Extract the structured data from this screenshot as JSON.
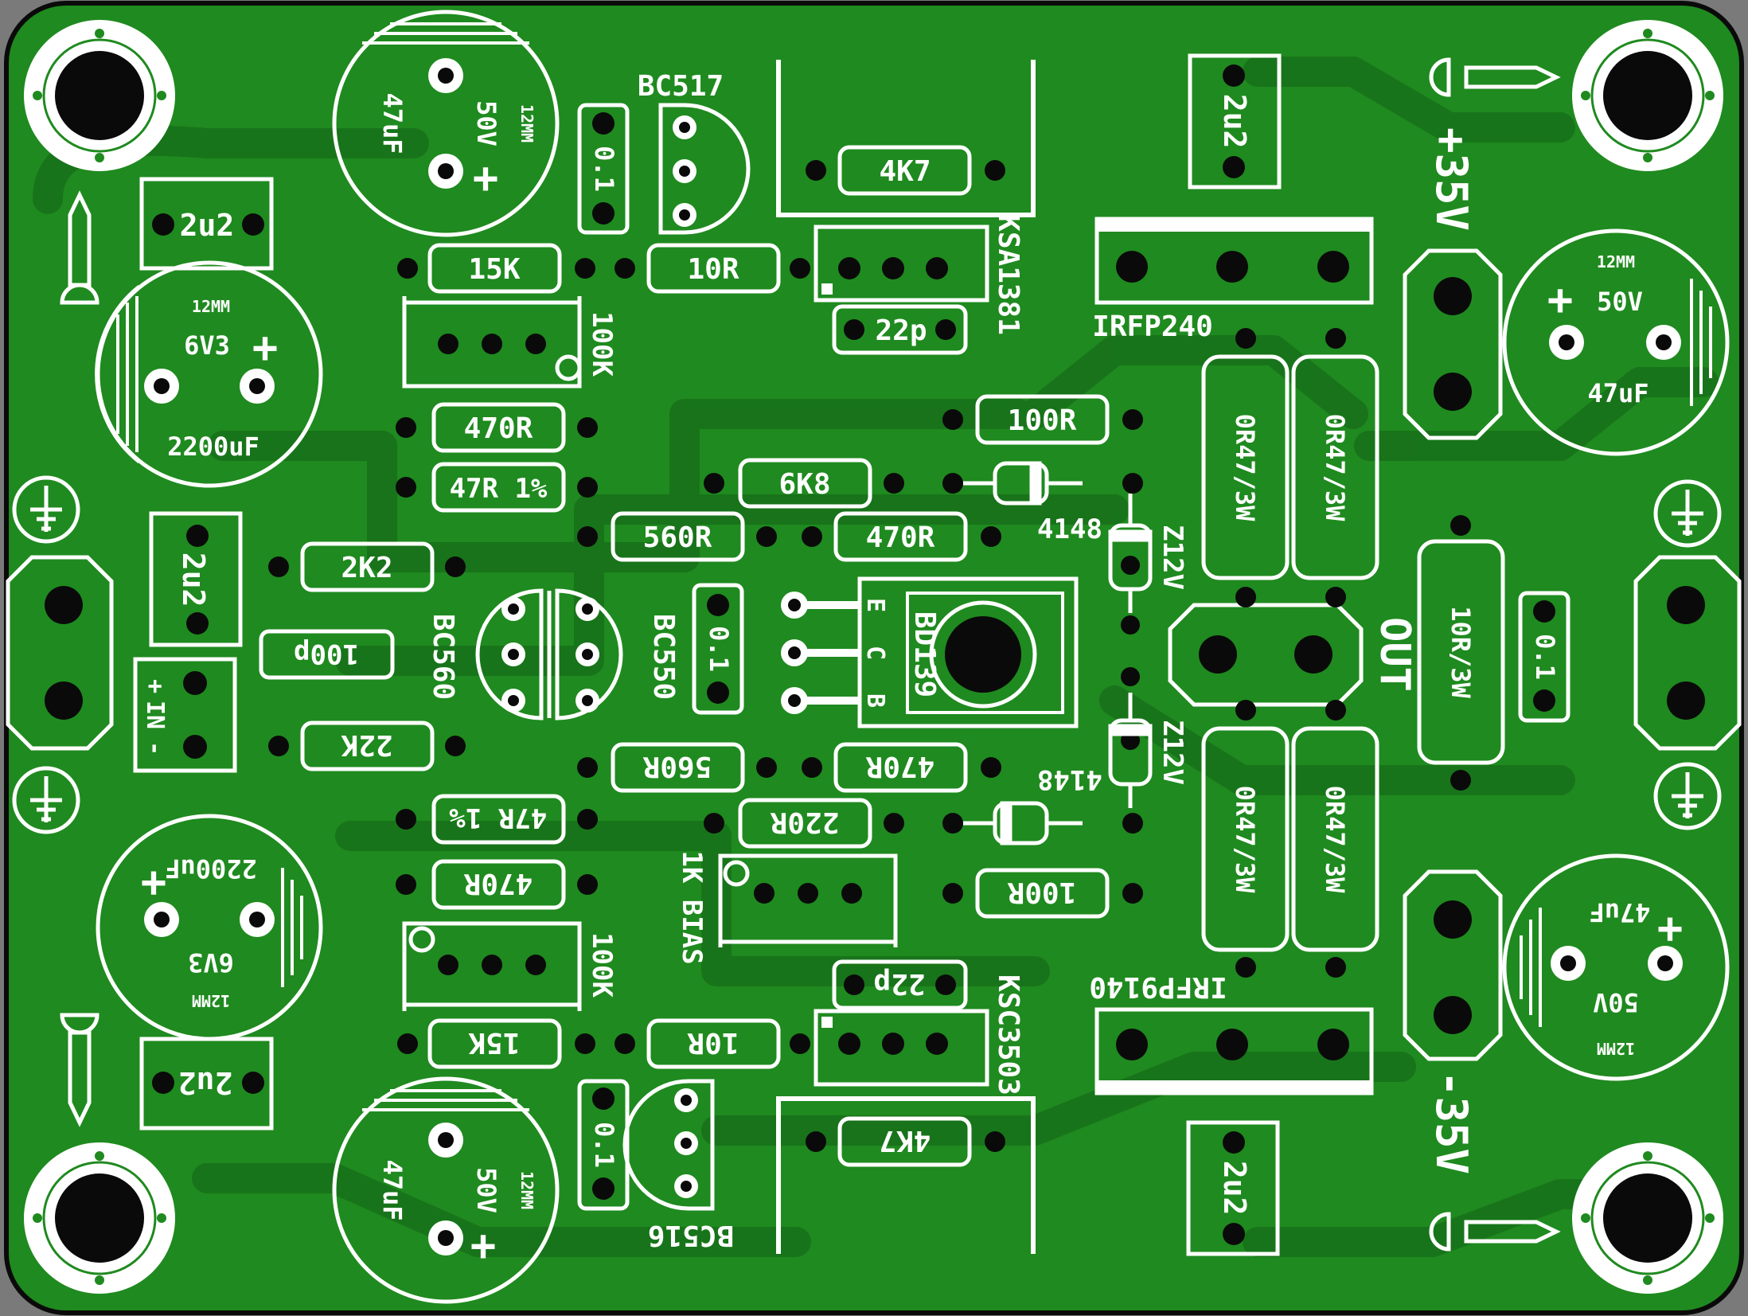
{
  "colors": {
    "background": "#7a7a7a",
    "board_fill": "#1f8a1f",
    "board_edge": "#0a0a0a",
    "trace": "#17701a",
    "silkscreen": "#ffffff",
    "pad": "#0a0a0a"
  },
  "terminals": {
    "pos_supply": "+35V",
    "neg_supply": "-35V",
    "output": "OUT",
    "input": "IN",
    "input_plus": "+",
    "input_minus": "-"
  },
  "transistors": {
    "q_vas_upper": "BC517",
    "q_vas_lower": "BC516",
    "q_diff_left": "BC560",
    "q_diff_right": "BC550",
    "q_bias": "BD139",
    "q_bias_pins": [
      "E",
      "C",
      "B"
    ],
    "q_driver_upper": "KSA1381",
    "q_driver_lower": "KSC3503",
    "q_out_upper": "IRFP240",
    "q_out_lower": "IRFP9140"
  },
  "capacitors": {
    "c_supply_top_left": {
      "value": "2200uF",
      "voltage": "6V3",
      "size": "12MM",
      "polarity": "+"
    },
    "c_supply_bottom_left": {
      "value": "2200uF",
      "voltage": "6V3",
      "size": "12MM",
      "polarity": "+"
    },
    "c_top_center": {
      "value": "47uF",
      "voltage": "50V",
      "size": "12MM",
      "polarity": "+"
    },
    "c_bottom_center": {
      "value": "47uF",
      "voltage": "50V",
      "size": "12MM",
      "polarity": "+"
    },
    "c_top_right": {
      "value": "47uF",
      "voltage": "50V",
      "size": "12MM",
      "polarity": "+"
    },
    "c_bottom_right": {
      "value": "47uF",
      "voltage": "50V",
      "size": "12MM",
      "polarity": "+"
    },
    "film_2u2": "2u2",
    "cer_0_1": "0.1",
    "cer_22p": "22p",
    "cer_100p": "100p"
  },
  "resistors": {
    "r_4k7": "4K7",
    "r_15k": "15K",
    "r_10r": "10R",
    "r_470r": "470R",
    "r_47r_1pct": "47R 1%",
    "r_2k2": "2K2",
    "r_22k": "22K",
    "r_560r": "560R",
    "r_6k8": "6K8",
    "r_220r": "220R",
    "r_100r": "100R",
    "r_0r47_3w": "0R47/3W",
    "r_10r_3w": "10R/3W",
    "trim_100k": "100K",
    "trim_1k_bias": "1K BIAS"
  },
  "diodes": {
    "d_4148": "4148",
    "z_12v": "Z12V"
  }
}
